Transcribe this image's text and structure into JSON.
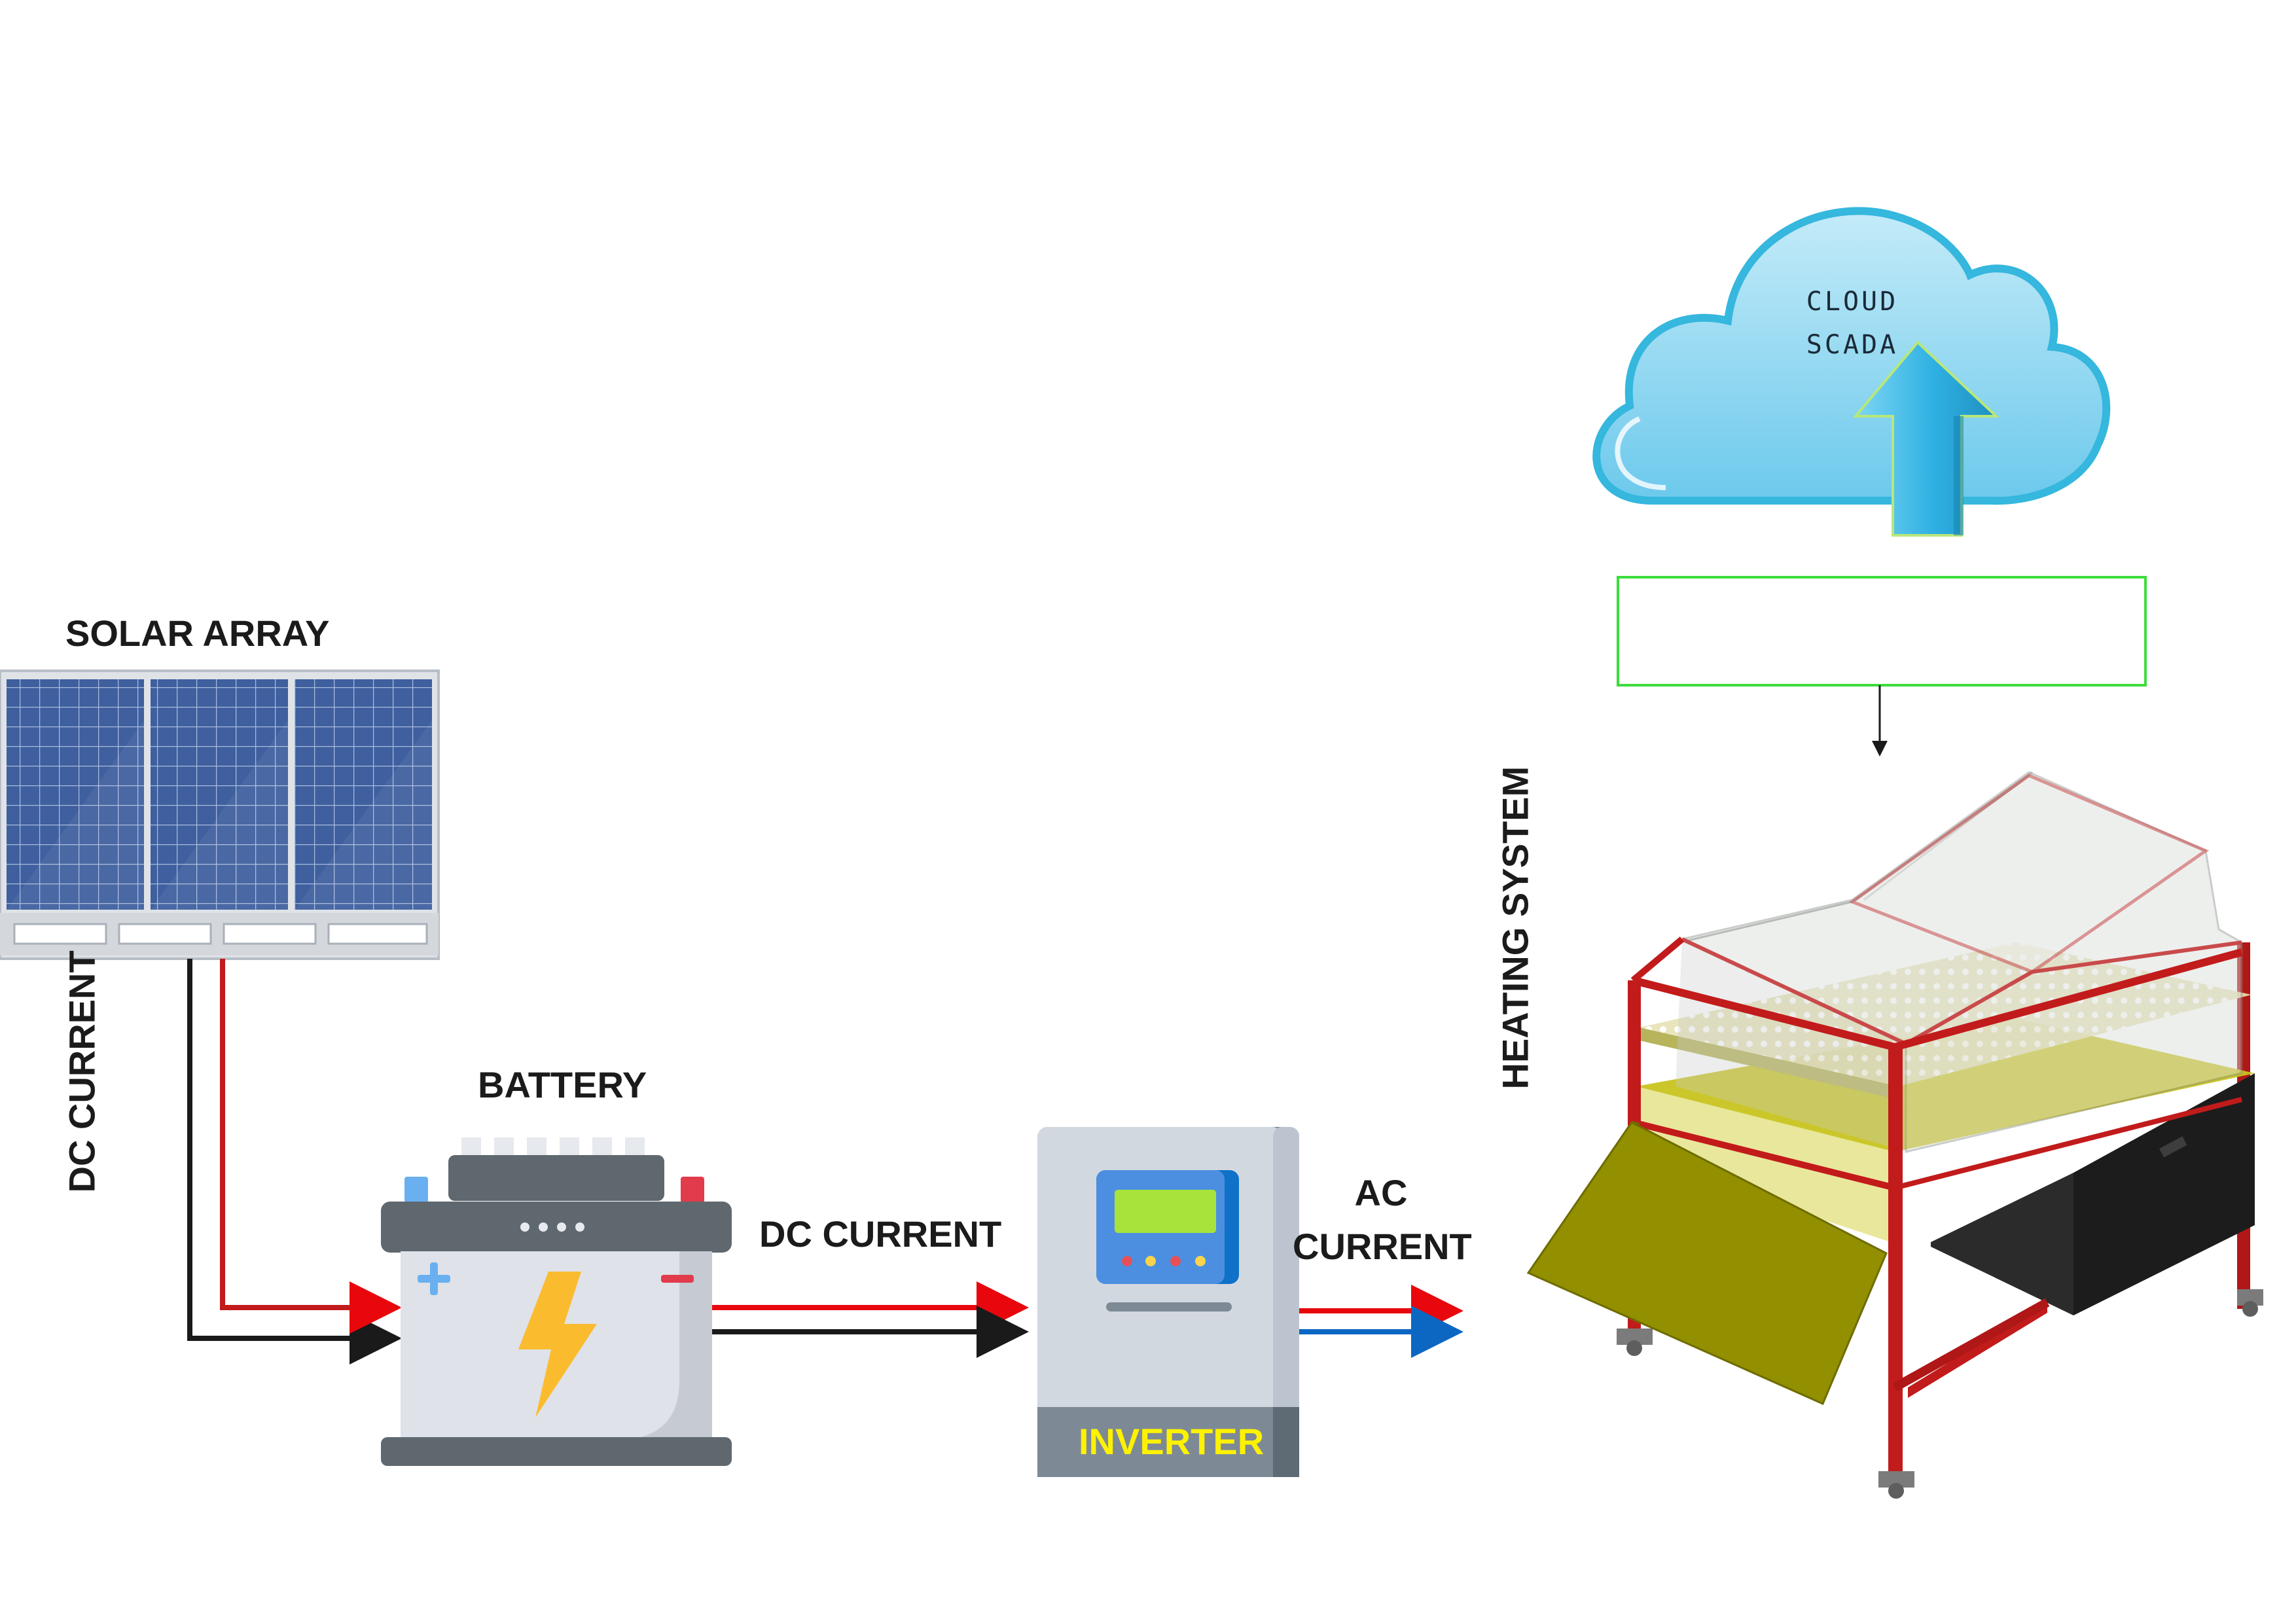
{
  "labels": {
    "solar_array": "SOLAR ARRAY",
    "dc_current_vertical": "DC CURRENT",
    "battery": "BATTERY",
    "dc_current": "DC CURRENT",
    "inverter": "INVERTER",
    "ac_line1": "AC",
    "ac_line2": "CURRENT",
    "heating_system": "HEATING SYSTEM",
    "cloud_line1": "CLOUD",
    "cloud_line2": "SCADA"
  },
  "colors": {
    "positive_wire": "#e8070d",
    "negative_wire": "#1a1a1a",
    "ac_neutral_wire": "#0b67c2",
    "frame_red": "#c21b1b",
    "control_box_border": "#3ddc3d",
    "inverter_text": "#fff200",
    "cloud_fill": "#8fd4ef",
    "cloud_border": "#35b7de"
  },
  "icons": [
    "solar-panel-icon",
    "battery-icon",
    "lightning-bolt-icon",
    "inverter-icon",
    "cloud-icon",
    "upload-arrow-icon",
    "heating-cabinet-icon"
  ]
}
